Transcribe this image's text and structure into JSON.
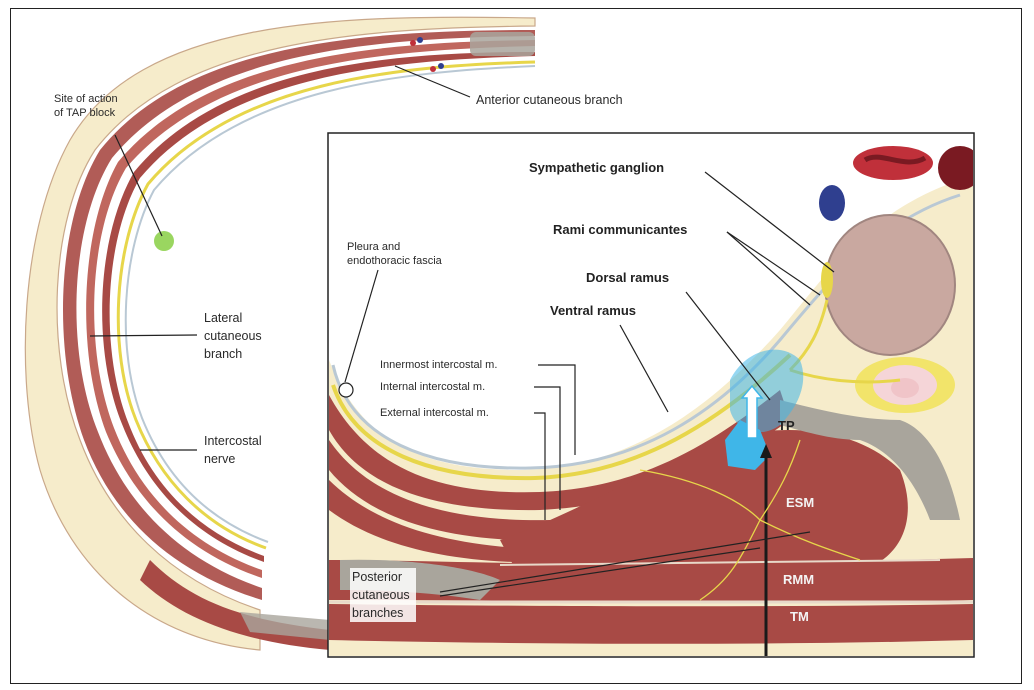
{
  "labels": {
    "site_of_action": "Site of action\nof TAP block",
    "anterior_cutaneous": "Anterior cutaneous branch",
    "lateral_cutaneous": "Lateral\ncutaneous\nbranch",
    "intercostal_nerve": "Intercostal\nnerve",
    "pleura": "Pleura and\nendothoracic fascia",
    "innermost": "Innermost intercostal m.",
    "internal": "Internal intercostal m.",
    "external": "External intercostal m.",
    "posterior_cutaneous": "Posterior\ncutaneous\nbranches",
    "sympathetic_ganglion": "Sympathetic ganglion",
    "rami_communicantes": "Rami communicantes",
    "dorsal_ramus": "Dorsal ramus",
    "ventral_ramus": "Ventral ramus",
    "tp": "TP",
    "esm": "ESM",
    "rmm": "RMM",
    "tm": "TM"
  },
  "colors": {
    "muscle": "#a84a45",
    "fat": "#f6eccb",
    "nerve": "#e7d64a",
    "fascia": "#b9c8d4",
    "injectate": "#3fb6e8",
    "lung_space": "#ffffff",
    "vertebra": "#c9a8a0",
    "bone": "#a9a59c",
    "artery": "#c0303a",
    "vein": "#2f3f8f",
    "site_marker": "#8fd14f"
  }
}
